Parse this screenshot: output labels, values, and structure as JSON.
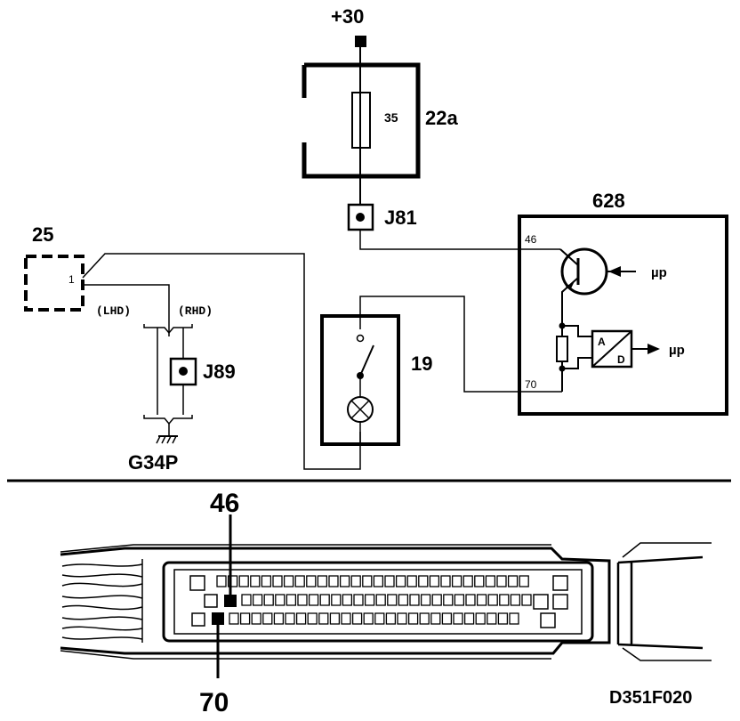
{
  "supply": {
    "label": "+30"
  },
  "fuse": {
    "id": "22a",
    "rating": "35"
  },
  "connectors": {
    "j81": "J81",
    "j89": "J89"
  },
  "ecu": {
    "id": "628",
    "pin_a": "46",
    "pin_b": "70",
    "signal_1": "µp",
    "signal_2": "µp",
    "adc_a": "A",
    "adc_d": "D"
  },
  "component_25": {
    "id": "25",
    "pin": "1"
  },
  "drive_options": {
    "lhd": "(LHD)",
    "rhd": "(RHD)"
  },
  "ground": {
    "label": "G34P"
  },
  "switch_19": {
    "id": "19"
  },
  "connector_view": {
    "top_pin": "46",
    "bottom_pin": "70"
  },
  "figure_code": "D351F020"
}
